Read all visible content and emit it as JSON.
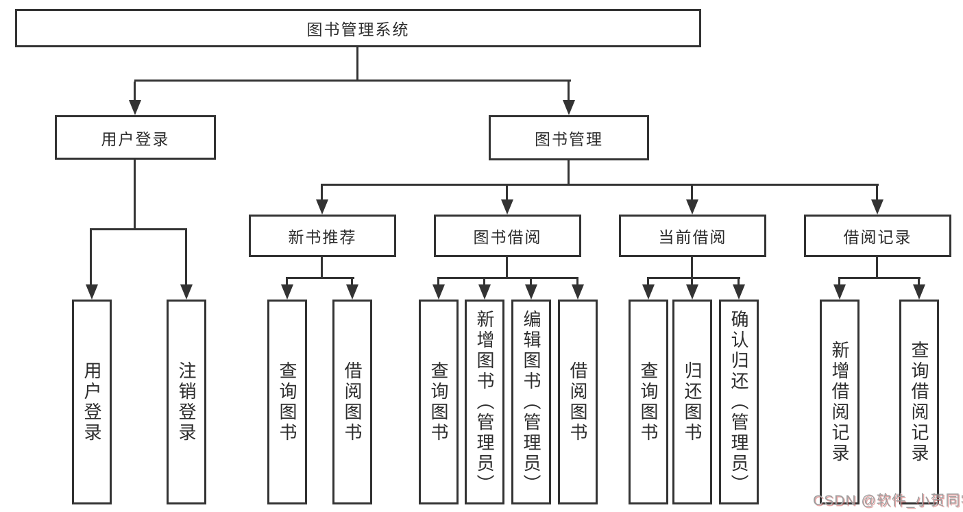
{
  "diagram": {
    "root": {
      "label": "图书管理系统"
    },
    "level2": [
      {
        "label": "用户登录"
      },
      {
        "label": "图书管理"
      }
    ],
    "level3": [
      {
        "label": "新书推荐"
      },
      {
        "label": "图书借阅"
      },
      {
        "label": "当前借阅"
      },
      {
        "label": "借阅记录"
      }
    ],
    "leaves": {
      "user_login": [
        "用户登录",
        "注销登录"
      ],
      "new_book": [
        "查询图书",
        "借阅图书"
      ],
      "borrow": [
        "查询图书",
        "新增图书（管理员）",
        "编辑图书（管理员）",
        "借阅图书"
      ],
      "current": [
        "查询图书",
        "归还图书",
        "确认归还（管理员）"
      ],
      "records": [
        "新增借阅记录",
        "查询借阅记录"
      ]
    }
  },
  "watermark": "CSDN @软件_小贺同学",
  "colors": {
    "line": "#333333",
    "text": "#2d2d2d",
    "background": "#ffffff",
    "watermark_gray": "#9f9f9f",
    "watermark_red_fringe": "#cd5050"
  }
}
